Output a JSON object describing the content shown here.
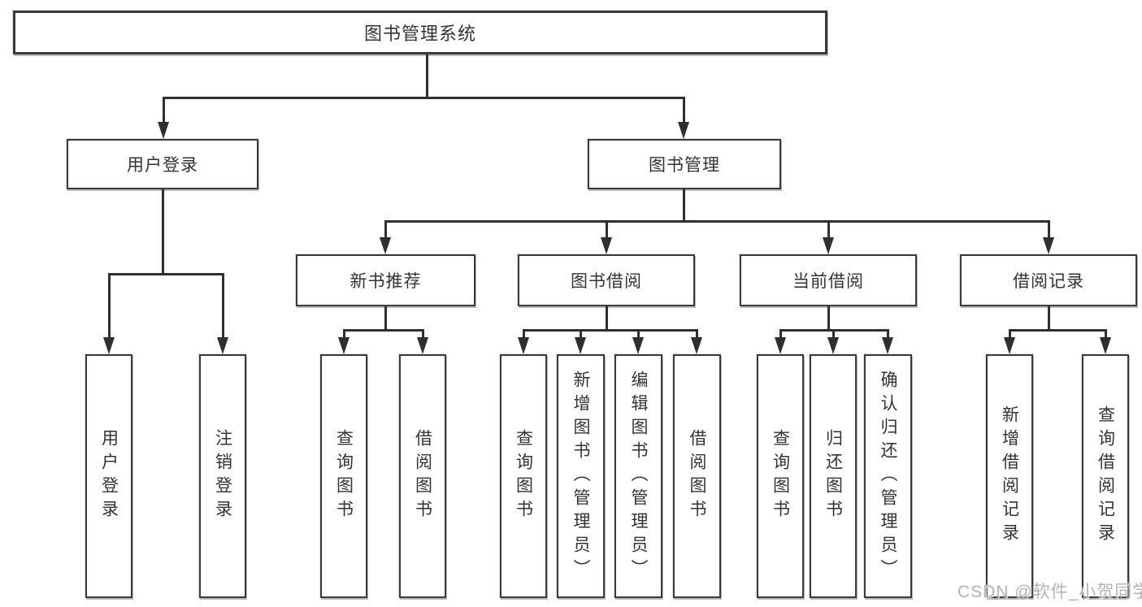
{
  "diagram": {
    "root": {
      "label": "图书管理系统"
    },
    "level2": [
      {
        "label": "用户登录"
      },
      {
        "label": "图书管理"
      }
    ],
    "level3": [
      {
        "label": "新书推荐"
      },
      {
        "label": "图书借阅"
      },
      {
        "label": "当前借阅"
      },
      {
        "label": "借阅记录"
      }
    ],
    "leaves": [
      {
        "label": "用户登录"
      },
      {
        "label": "注销登录"
      },
      {
        "label": "查询图书"
      },
      {
        "label": "借阅图书"
      },
      {
        "label": "查询图书"
      },
      {
        "label": "新增图书（管理员）"
      },
      {
        "label": "编辑图书（管理员）"
      },
      {
        "label": "借阅图书"
      },
      {
        "label": "查询图书"
      },
      {
        "label": "归还图书"
      },
      {
        "label": "确认归还（管理员）"
      },
      {
        "label": "新增借阅记录"
      },
      {
        "label": "查询借阅记录"
      }
    ]
  },
  "watermark": "CSDN @软件_小贺同学",
  "colors": {
    "line": "#2f2f2f",
    "box_border": "#3a3a3a",
    "text": "#333333",
    "background": "#ffffff",
    "watermark": "#b3b3b3"
  }
}
